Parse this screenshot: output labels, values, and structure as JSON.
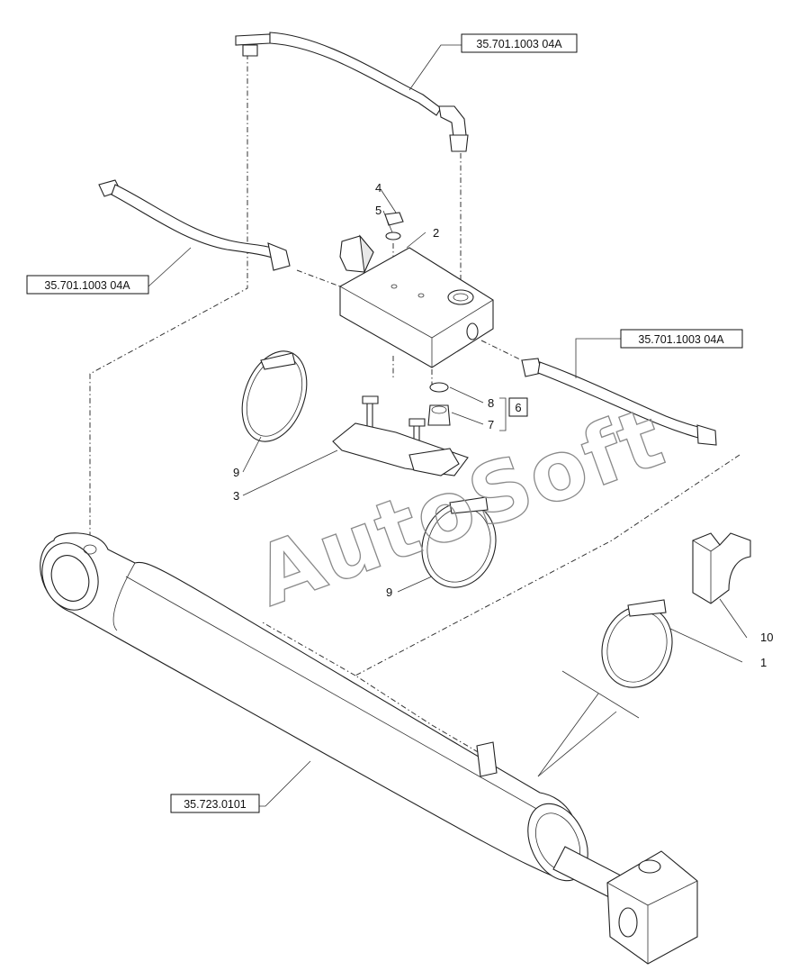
{
  "watermark": "AutoSoft",
  "refs": {
    "top_pipe": "35.701.1003 04A",
    "left_pipe": "35.701.1003 04A",
    "right_pipe": "35.701.1003 04A",
    "cylinder": "35.723.0101"
  },
  "callouts": {
    "c1": "1",
    "c2": "2",
    "c3": "3",
    "c4": "4",
    "c5": "5",
    "c6": "6",
    "c7": "7",
    "c8": "8",
    "c9a": "9",
    "c9b": "9",
    "c10": "10"
  }
}
